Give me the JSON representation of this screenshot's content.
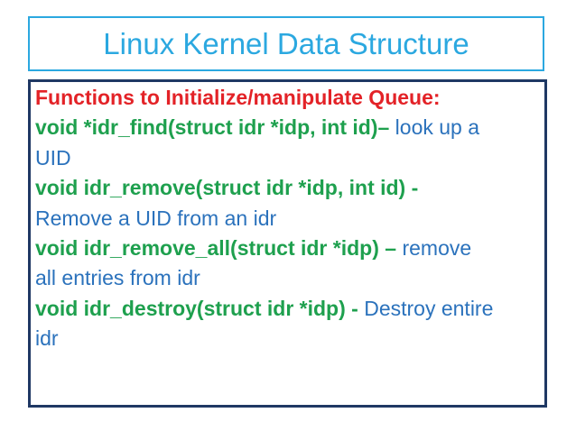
{
  "slide": {
    "title": "Linux Kernel Data Structure",
    "colors": {
      "title_blue": "#2BA8E0",
      "content_border_navy": "#1F3864",
      "heading_red": "#E32227",
      "code_green": "#1EA04E",
      "body_blue": "#2B72BC",
      "background": "#FFFFFF"
    },
    "content": {
      "lines": [
        {
          "segments": [
            {
              "text": "Functions to Initialize/manipulate Queue:",
              "style": "red"
            }
          ]
        },
        {
          "segments": [
            {
              "text": "void *idr_find(struct idr *idp, int id)–",
              "style": "green"
            },
            {
              "text": " look up a",
              "style": "blue"
            }
          ]
        },
        {
          "segments": [
            {
              "text": "UID",
              "style": "blue"
            }
          ]
        },
        {
          "segments": [
            {
              "text": "void idr_remove(struct idr *idp, int id) -",
              "style": "green"
            }
          ]
        },
        {
          "segments": [
            {
              "text": "Remove a UID from an idr",
              "style": "blue"
            }
          ]
        },
        {
          "segments": [
            {
              "text": "void idr_remove_all(struct idr *idp) –",
              "style": "green"
            },
            {
              "text": " remove",
              "style": "blue"
            }
          ]
        },
        {
          "segments": [
            {
              "text": "all entries from idr",
              "style": "blue"
            }
          ]
        },
        {
          "segments": [
            {
              "text": "void idr_destroy(struct idr *idp) -",
              "style": "green"
            },
            {
              "text": " Destroy entire",
              "style": "blue"
            }
          ]
        },
        {
          "segments": [
            {
              "text": "idr",
              "style": "blue"
            }
          ]
        }
      ]
    }
  }
}
